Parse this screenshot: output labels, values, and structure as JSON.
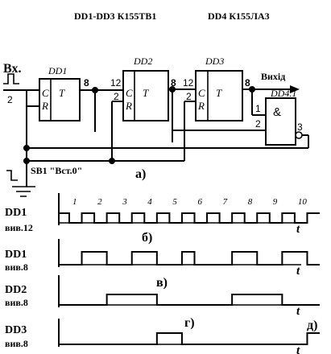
{
  "header": {
    "chips_a": "DD1-DD3  К155ТВ1",
    "chips_b": "DD4  К155ЛА3"
  },
  "schematic": {
    "input_label": "Вх.",
    "input_pin": "2",
    "output_label": "Вихід",
    "dd1": {
      "name": "DD1",
      "pin_c": "C",
      "pin_t": "T",
      "pin_r": "R",
      "out_pin": "8"
    },
    "dd2": {
      "name": "DD2",
      "in_pin": "12",
      "r_pin": "2",
      "pin_c": "C",
      "pin_t": "T",
      "pin_r": "R",
      "out_pin": "8"
    },
    "dd3": {
      "name": "DD3",
      "in_pin": "12",
      "r_pin": "2",
      "pin_c": "C",
      "pin_t": "T",
      "pin_r": "R",
      "out_pin": "8"
    },
    "dd4": {
      "name": "DD4.1",
      "symbol": "&",
      "in1": "1",
      "in2": "2",
      "out": "3"
    },
    "switch_label": "SB1 \"Вст.0\"",
    "part_label": "а)"
  },
  "timing": {
    "pulse_numbers": [
      "1",
      "2",
      "3",
      "4",
      "5",
      "6",
      "7",
      "8",
      "9",
      "10"
    ],
    "time_symbol": "t",
    "rows": [
      {
        "chip": "DD1",
        "pin": "вив.12",
        "part": "б)"
      },
      {
        "chip": "DD1",
        "pin": "вив.8",
        "part": "в)"
      },
      {
        "chip": "DD2",
        "pin": "вив.8",
        "part": "г)"
      },
      {
        "chip": "DD3",
        "pin": "вив.8",
        "part": "д)"
      }
    ],
    "states": {
      "dd1_pin12": [
        1,
        0,
        1,
        0,
        1,
        0,
        1,
        0,
        1,
        0,
        1,
        0,
        1,
        0,
        1,
        0,
        1,
        0,
        1,
        0,
        1
      ],
      "dd1_pin8": [
        0,
        0,
        1,
        1,
        0,
        0,
        1,
        1,
        0,
        0,
        1,
        0,
        0,
        0,
        1,
        1,
        0,
        0,
        1,
        1,
        0
      ],
      "dd2_pin8": [
        0,
        0,
        0,
        0,
        1,
        1,
        1,
        1,
        0,
        0,
        0,
        0,
        0,
        0,
        1,
        1,
        1,
        1,
        0,
        0,
        0
      ],
      "dd3_pin8": [
        0,
        0,
        0,
        0,
        0,
        0,
        0,
        0,
        1,
        1,
        0,
        0,
        0,
        0,
        0,
        0,
        0,
        0,
        0,
        0,
        1
      ]
    }
  }
}
